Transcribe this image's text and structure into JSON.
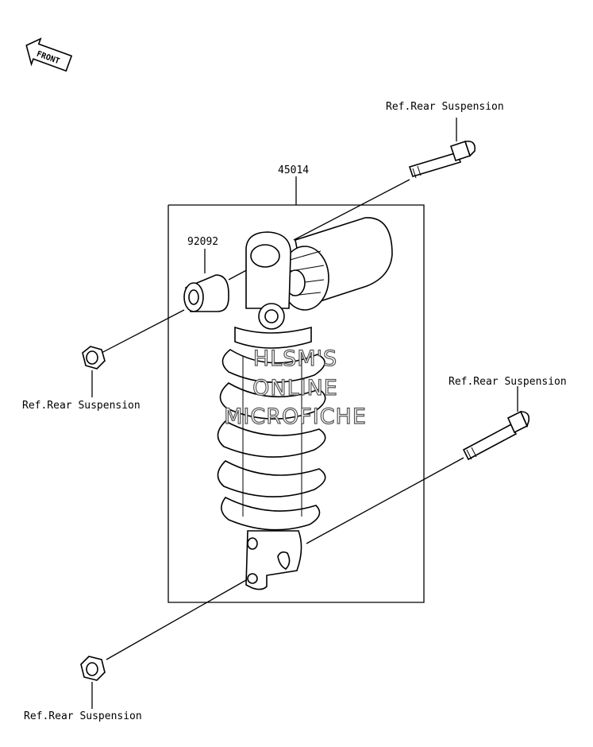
{
  "labels": {
    "front_arrow": "FRONT",
    "ref_top_right": "Ref.Rear Suspension",
    "ref_mid_right": "Ref.Rear Suspension",
    "ref_mid_left": "Ref.Rear Suspension",
    "ref_bottom_left": "Ref.Rear Suspension",
    "part_shock": "45014",
    "part_collar": "92092"
  },
  "watermark": {
    "line1": "HLSM'S",
    "line2": "ONLINE",
    "line3": "MICROFICHE"
  }
}
